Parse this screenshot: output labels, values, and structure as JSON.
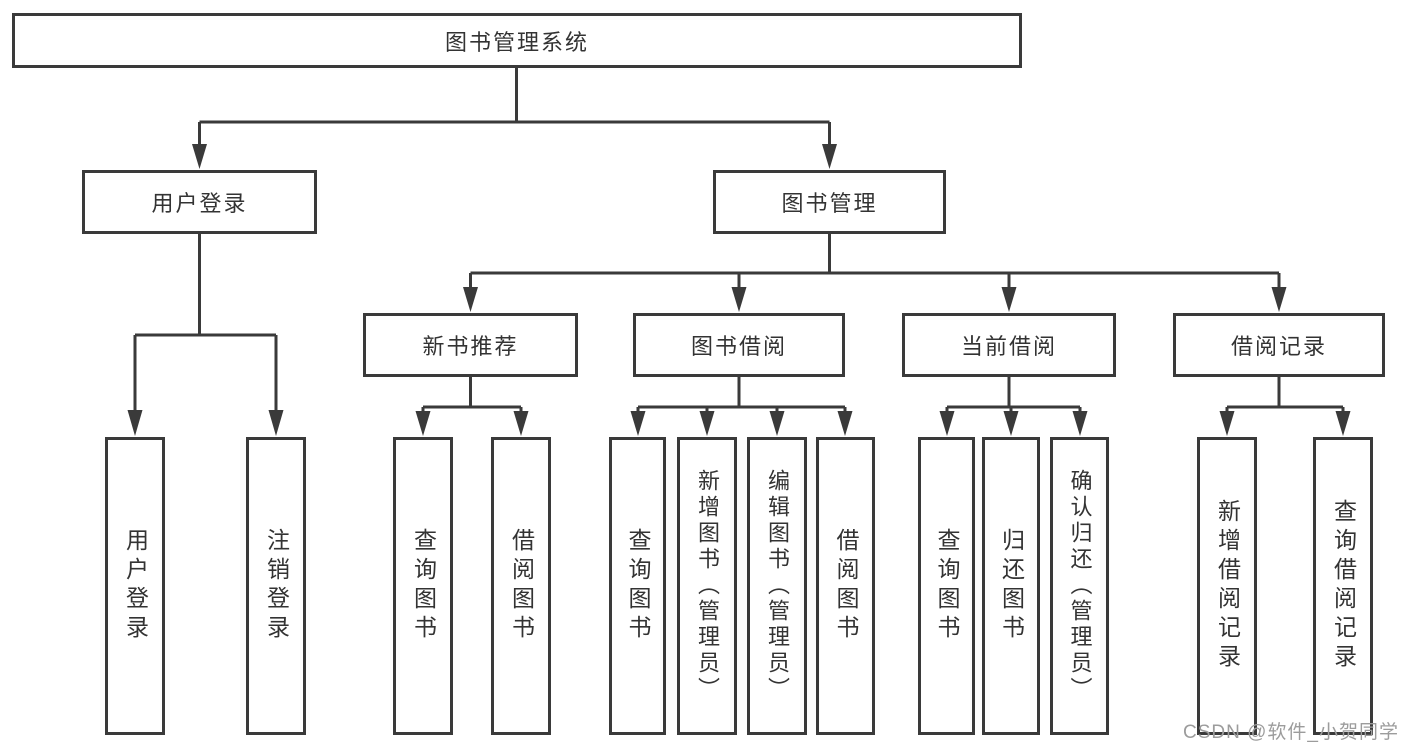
{
  "title": "图书管理系统",
  "tree": {
    "root": "图书管理系统",
    "user_login": {
      "label": "用户登录",
      "children": [
        "用户登录",
        "注销登录"
      ]
    },
    "book_mgmt": {
      "label": "图书管理",
      "sections": [
        {
          "label": "新书推荐",
          "children": [
            "查询图书",
            "借阅图书"
          ]
        },
        {
          "label": "图书借阅",
          "children": [
            "查询图书",
            "新增图书（管理员）",
            "编辑图书（管理员）",
            "借阅图书"
          ]
        },
        {
          "label": "当前借阅",
          "children": [
            "查询图书",
            "归还图书",
            "确认归还（管理员）"
          ]
        },
        {
          "label": "借阅记录",
          "children": [
            "新增借阅记录",
            "查询借阅记录"
          ]
        }
      ]
    }
  },
  "watermark": "CSDN @软件_小贺同学",
  "colors": {
    "line": "#3a3a3a",
    "text": "#333333",
    "background": "#ffffff",
    "watermark": "#9c9c9c"
  }
}
